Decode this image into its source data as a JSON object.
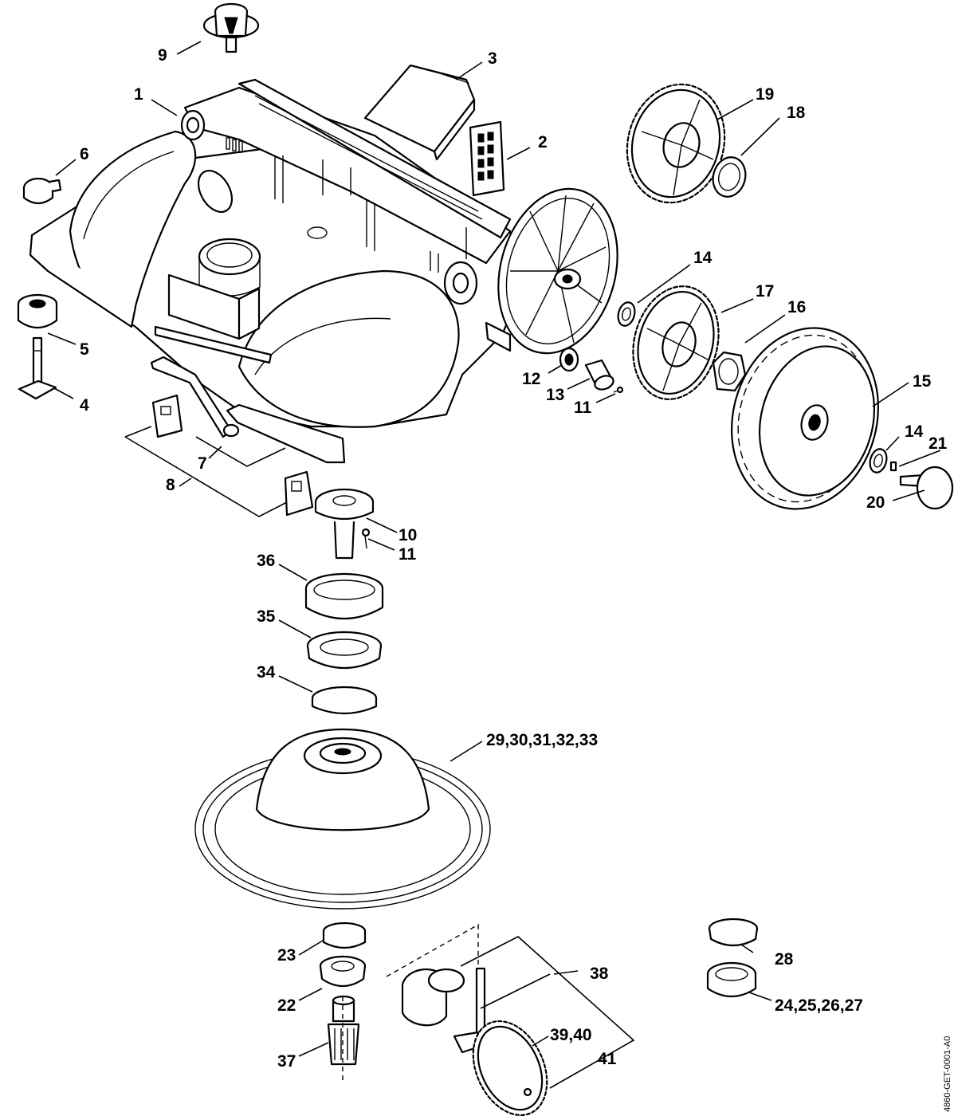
{
  "diagram": {
    "reference_code": "4860-GET-0001-A0",
    "callouts": {
      "c1": "1",
      "c2": "2",
      "c3": "3",
      "c4": "4",
      "c5": "5",
      "c6": "6",
      "c7": "7",
      "c8": "8",
      "c9": "9",
      "c10": "10",
      "c11a": "11",
      "c11b": "11",
      "c12": "12",
      "c13": "13",
      "c14a": "14",
      "c14b": "14",
      "c15": "15",
      "c16": "16",
      "c17": "17",
      "c18": "18",
      "c19": "19",
      "c20": "20",
      "c21": "21",
      "c22": "22",
      "c23": "23",
      "c24": "24,25,26,27",
      "c28": "28",
      "c29": "29,30,31,32,33",
      "c34": "34",
      "c35": "35",
      "c36": "36",
      "c37": "37",
      "c38": "38",
      "c39": "39,40",
      "c41": "41"
    }
  }
}
